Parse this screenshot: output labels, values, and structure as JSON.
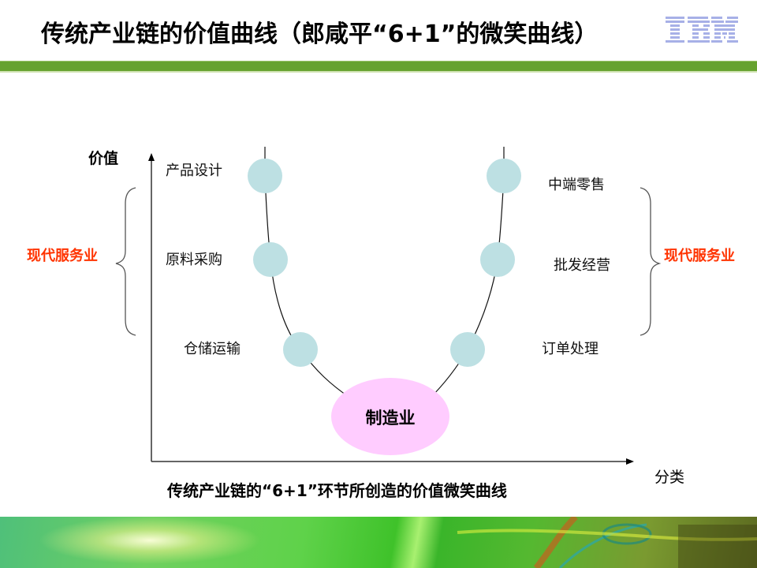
{
  "header": {
    "title": "传统产业链的价值曲线（郎咸平“6+1”的微笑曲线）",
    "logo_text": "IBM"
  },
  "colors": {
    "green_bar": "#66a22f",
    "node_fill": "#bde0e3",
    "manufacturing_fill": "#ffccff",
    "service_text": "#ff3300"
  },
  "diagram": {
    "y_axis_label": "价值",
    "x_axis_label": "分类",
    "left_nodes": [
      {
        "label": "产品设计"
      },
      {
        "label": "原料采购"
      },
      {
        "label": "仓储运输"
      }
    ],
    "right_nodes": [
      {
        "label": "中端零售"
      },
      {
        "label": "批发经营"
      },
      {
        "label": "订单处理"
      }
    ],
    "center_node": {
      "label": "制造业"
    },
    "left_group_label": "现代服务业",
    "right_group_label": "现代服务业",
    "caption": "传统产业链的“6+1”环节所创造的价值微笑曲线"
  }
}
